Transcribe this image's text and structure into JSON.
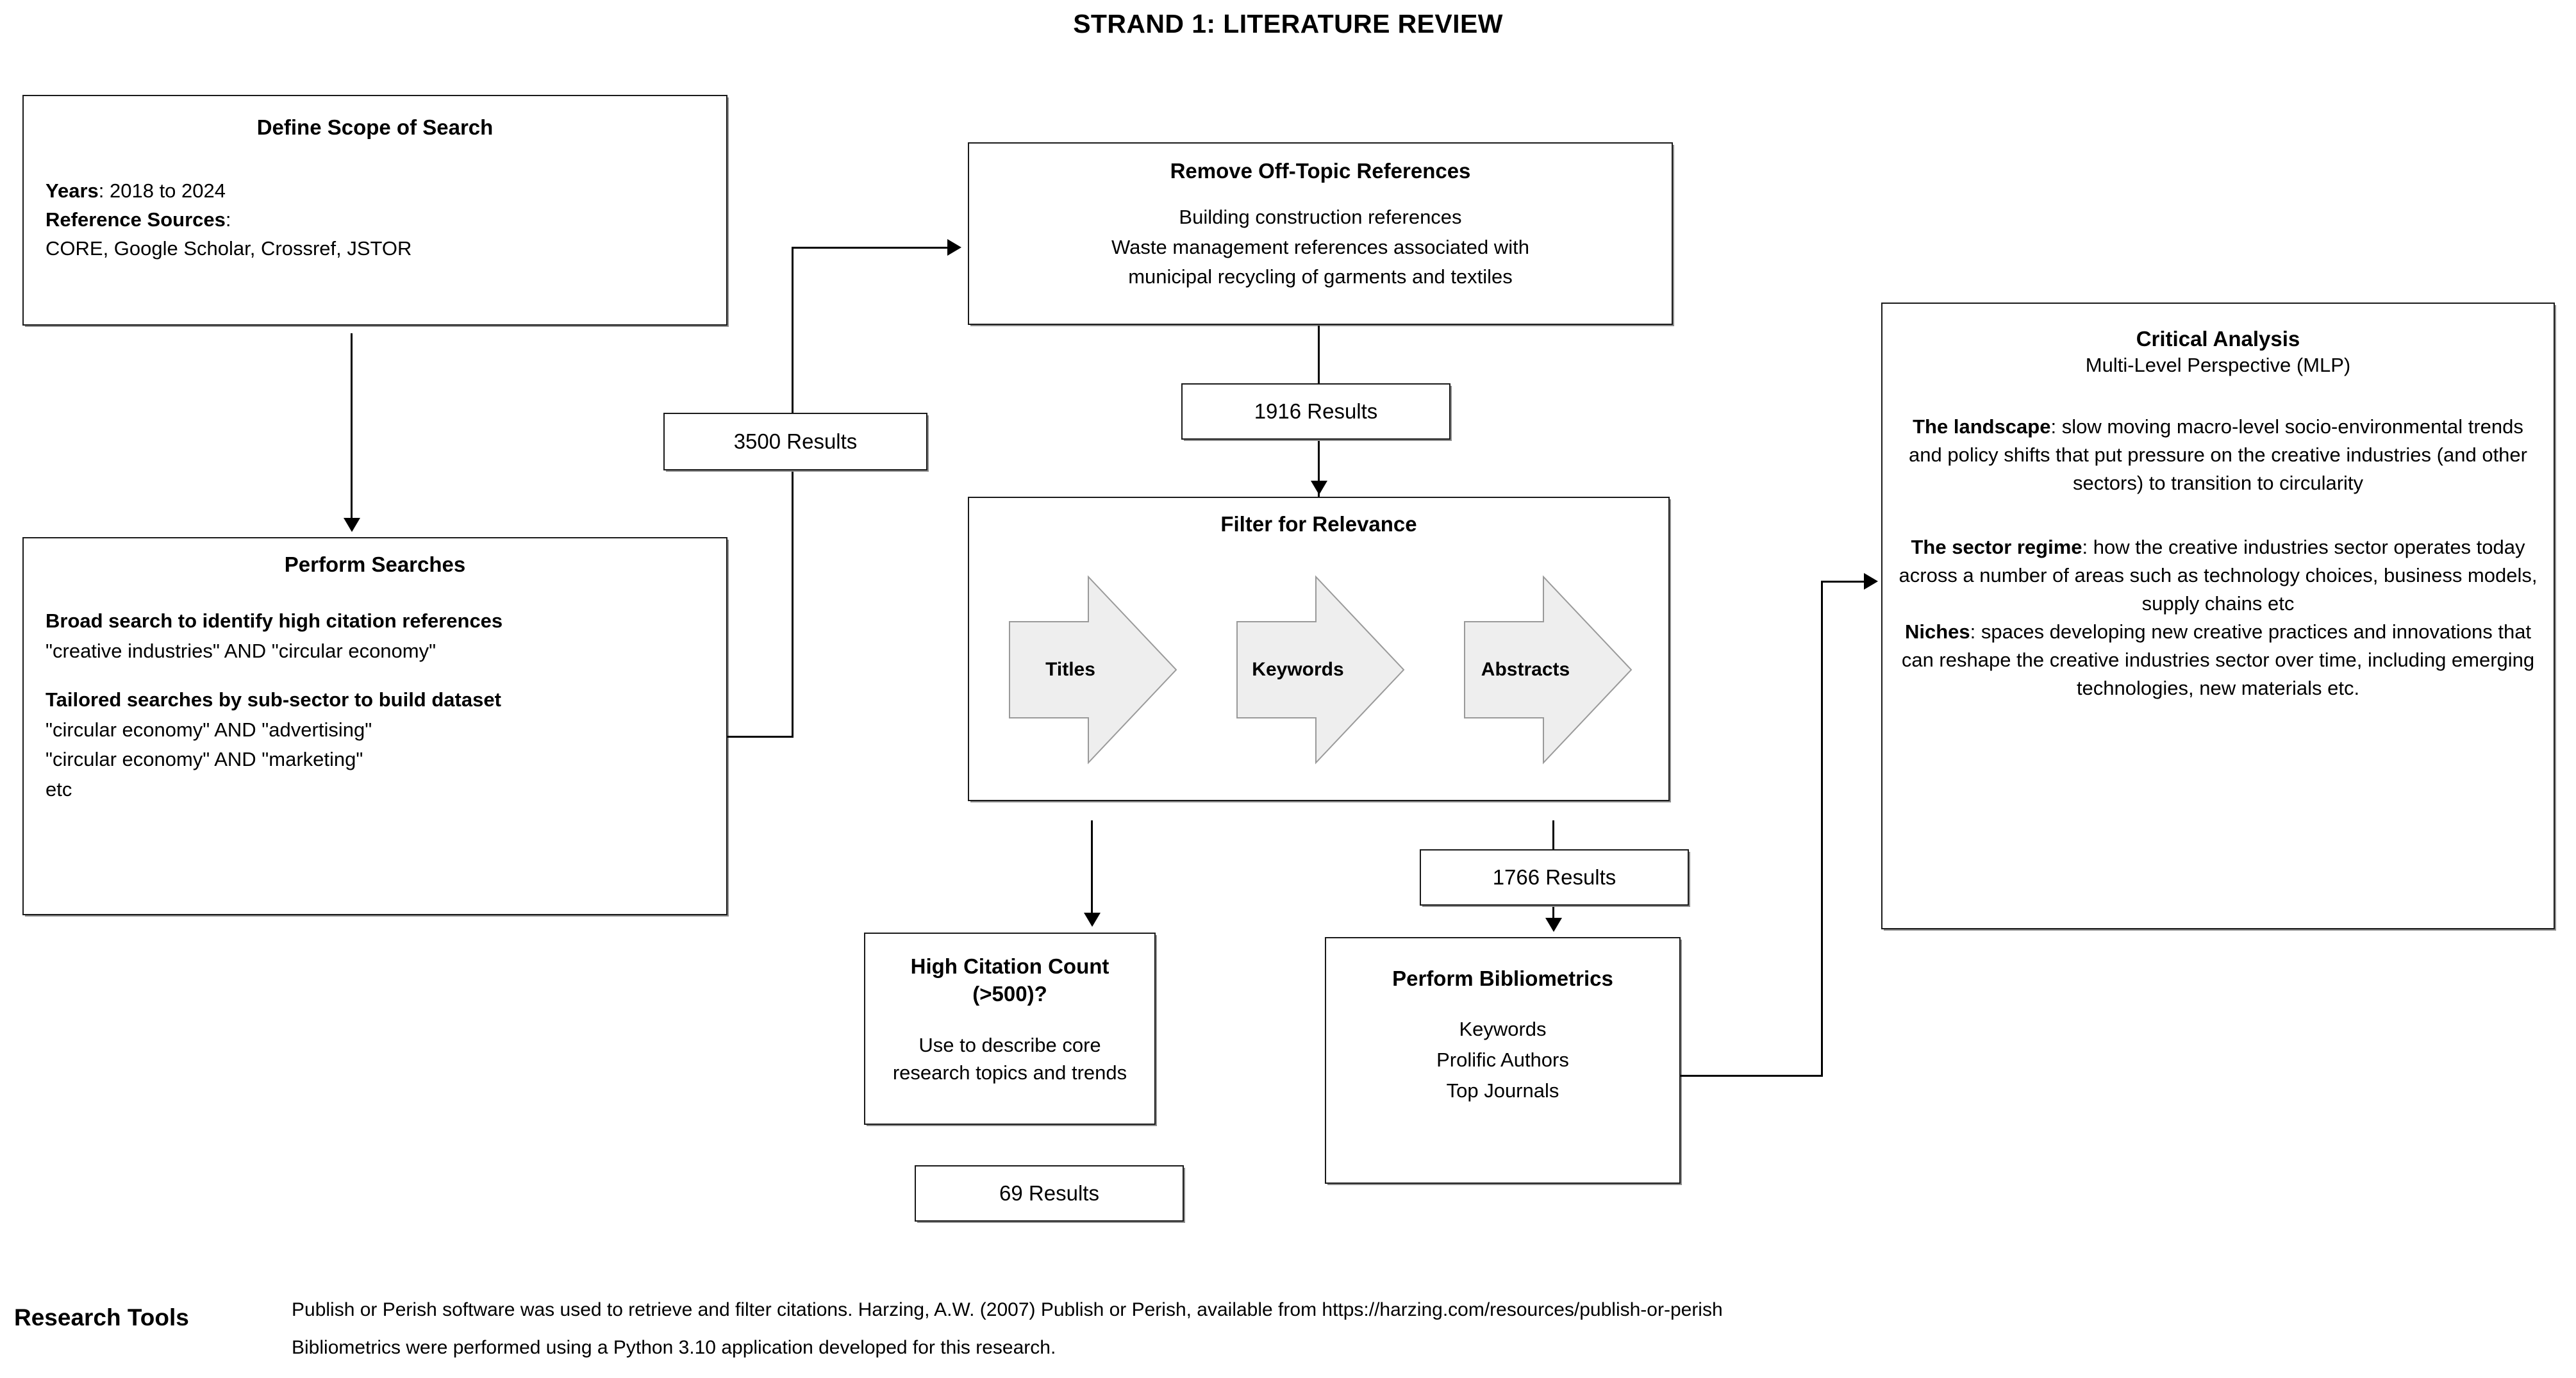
{
  "title": "STRAND 1: LITERATURE REVIEW",
  "nodes": {
    "define_scope": {
      "title": "Define Scope of Search",
      "years_label": "Years",
      "years_value": ": 2018 to 2024",
      "sources_label": "Reference Sources",
      "sources_colon": ":",
      "sources_value": "CORE, Google Scholar, Crossref, JSTOR"
    },
    "perform_searches": {
      "title": "Perform Searches",
      "broad_heading": "Broad search to identify high citation references",
      "broad_query": "\"creative industries\" AND \"circular economy\"",
      "tailored_heading": "Tailored searches by sub-sector to build dataset",
      "tailored_query_1": "\"circular economy\" AND \"advertising\"",
      "tailored_query_2": "\"circular economy\" AND \"marketing\"",
      "tailored_etc": "etc"
    },
    "remove_offtopic": {
      "title": "Remove Off-Topic References",
      "line_1": "Building construction references",
      "line_2": "Waste management references associated with",
      "line_3": "municipal recycling of garments and textiles"
    },
    "filter_relevance": {
      "title": "Filter for Relevance",
      "chevrons": [
        "Titles",
        "Keywords",
        "Abstracts"
      ]
    },
    "high_citation": {
      "title_line_1": "High Citation Count",
      "title_line_2": "(>500)?",
      "body_line_1": "Use to describe core",
      "body_line_2": "research topics and trends"
    },
    "bibliometrics": {
      "title": "Perform Bibliometrics",
      "items": [
        "Keywords",
        "Prolific Authors",
        "Top Journals"
      ]
    },
    "critical_analysis": {
      "title": "Critical Analysis",
      "subtitle": "Multi-Level Perspective (MLP)",
      "landscape_label": "The landscape",
      "landscape_text": ": slow moving macro-level socio-environmental trends and policy shifts that put pressure on the creative industries (and other sectors) to transition to circularity",
      "regime_label": "The sector regime",
      "regime_text": ": how the creative industries sector operates today across a number of areas such as technology choices, business models, supply chains etc",
      "niches_label": "Niches",
      "niches_text": ": spaces developing new creative practices and innovations that can reshape the creative industries sector over time, including emerging technologies, new materials etc."
    }
  },
  "results": {
    "after_searches": "3500 Results",
    "after_offtopic": "1916 Results",
    "after_abstracts": "1766 Results",
    "high_citation": "69 Results"
  },
  "footer": {
    "label": "Research Tools",
    "line_1": "Publish or Perish software was used to retrieve and filter citations. Harzing, A.W. (2007) Publish or Perish, available from https://harzing.com/resources/publish-or-perish",
    "line_2": "Bibliometrics were performed using a Python 3.10 application developed for this research."
  },
  "colors": {
    "node_border": "#1a1a1a",
    "node_shadow": "#8d8d8d",
    "chevron_fill": "#eeeeee",
    "chevron_stroke": "#9a9a9a",
    "background": "#ffffff",
    "text": "#000000"
  }
}
